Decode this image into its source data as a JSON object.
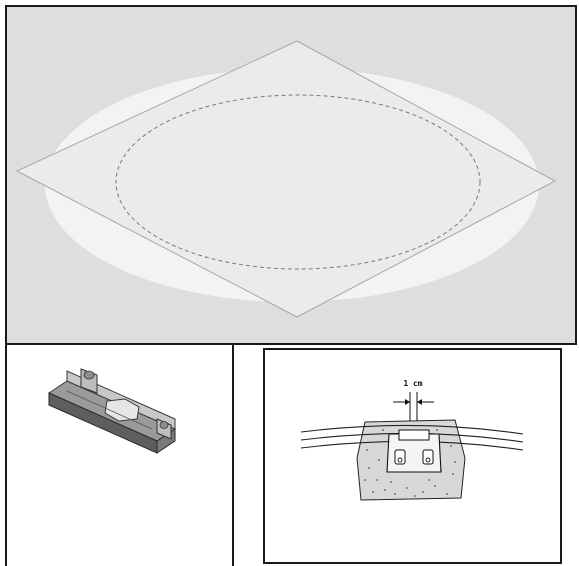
{
  "figure": {
    "top_panel": {
      "description_shapes": [
        "large-ellipse",
        "diamond-sheet",
        "dashed-ellipse"
      ]
    },
    "bottom_left_panel": {
      "object": "u-shaped-bracket-clip"
    },
    "bottom_right_panel": {
      "dimension_label": "1 cm",
      "object": "clip-on-tubing-with-pad"
    },
    "colors": {
      "background_gray": "#dedede",
      "ellipse_fill": "#f2f2f2",
      "diamond_fill": "#eaeaea",
      "outline": "#1a1a1a"
    }
  }
}
